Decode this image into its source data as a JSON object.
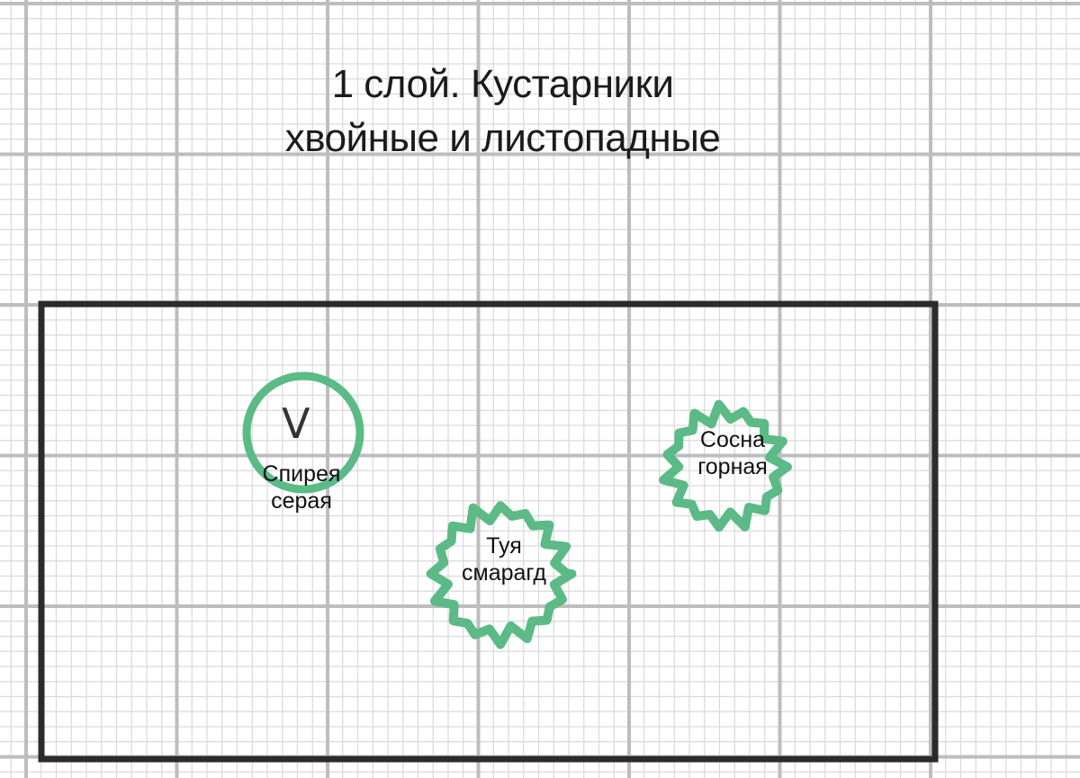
{
  "title": {
    "line1": "1 слой. Кустарники",
    "line2": "хвойные и листопадные"
  },
  "plants": [
    {
      "line1": "Спирея",
      "line2": "серая",
      "mark": "V",
      "symbol": "smooth-circle"
    },
    {
      "line1": "Туя",
      "line2": "смарагд",
      "symbol": "spiky-circle"
    },
    {
      "line1": "Сосна",
      "line2": "горная",
      "symbol": "spiky-circle"
    }
  ],
  "colors": {
    "plant": "#5bba86",
    "grid_major": "#bdbdbd",
    "grid_minor": "#d9d9d9",
    "border": "#2b2b2b",
    "text": "#1b1b1b"
  }
}
